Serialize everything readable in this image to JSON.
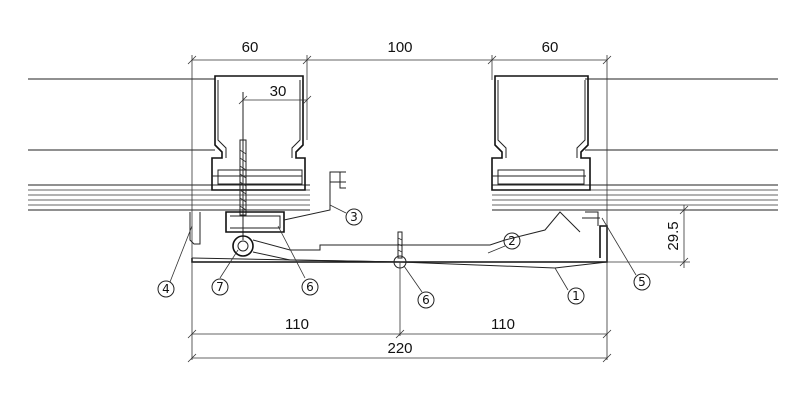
{
  "dimensions": {
    "top_left": "60",
    "top_middle": "100",
    "top_right": "60",
    "inner": "30",
    "side_height": "29.5",
    "bottom_left": "110",
    "bottom_right": "110",
    "bottom_total": "220"
  },
  "callouts": [
    {
      "id": "1",
      "label": "1"
    },
    {
      "id": "2",
      "label": "2"
    },
    {
      "id": "3",
      "label": "3"
    },
    {
      "id": "4",
      "label": "4"
    },
    {
      "id": "5",
      "label": "5"
    },
    {
      "id": "6a",
      "label": "6"
    },
    {
      "id": "6b",
      "label": "6"
    },
    {
      "id": "7",
      "label": "7"
    }
  ]
}
